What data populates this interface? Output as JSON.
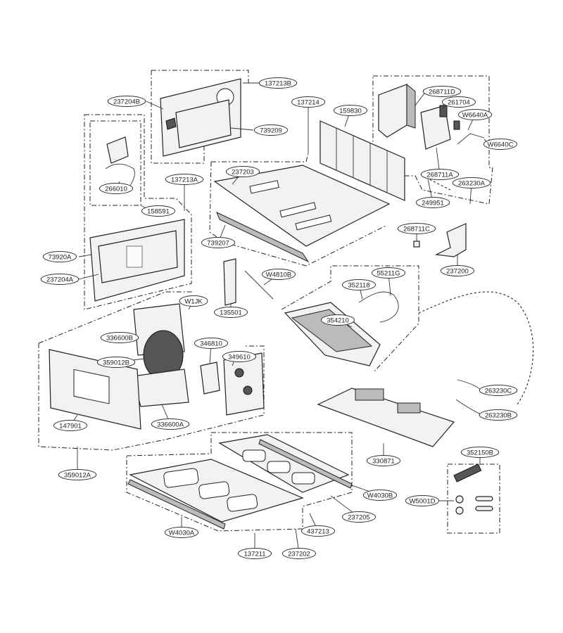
{
  "diagram": {
    "parts": [
      "137213B",
      "237204B",
      "739209",
      "137214",
      "159830",
      "268711D",
      "261704",
      "W6640A",
      "W6640C",
      "268711A",
      "263230A",
      "249951",
      "266010",
      "137213A",
      "237203",
      "158591",
      "739207",
      "73920A",
      "237204A",
      "268711C",
      "237200",
      "W4810B",
      "55211G",
      "352118",
      "135501",
      "W1JK",
      "354210",
      "336600B",
      "346810",
      "349610",
      "359012B",
      "263230C",
      "263230B",
      "147901",
      "336600A",
      "359012A",
      "330871",
      "352150B",
      "W4030B",
      "W5001D",
      "237205",
      "437213",
      "W4030A",
      "137211",
      "237202"
    ]
  }
}
